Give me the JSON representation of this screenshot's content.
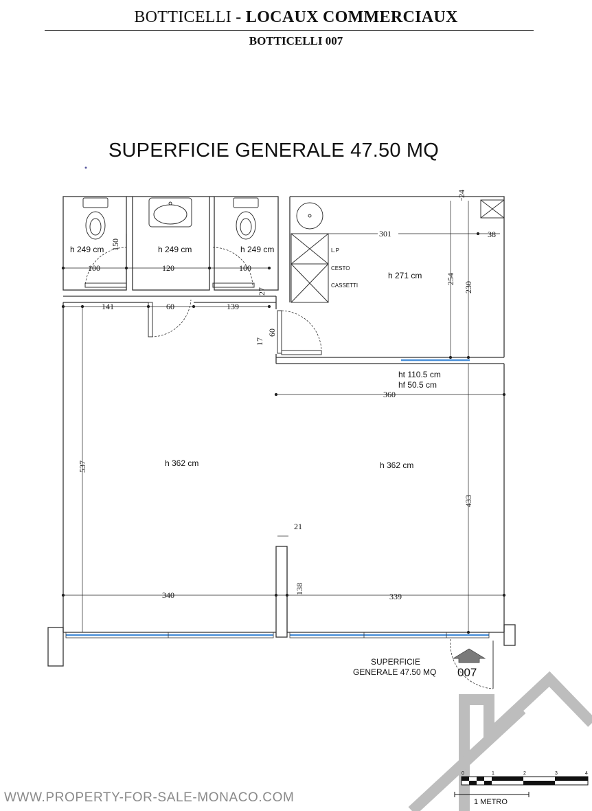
{
  "header": {
    "name": "BOTTICELLI",
    "separator": " - ",
    "subtitle": "LOCAUX COMMERCIAUX",
    "unit_code": "BOTTICELLI 007"
  },
  "plan_title": "SUPERFICIE GENERALE 47.50 MQ",
  "rooms": {
    "wc1_height": "h 249 cm",
    "sink_height": "h 249 cm",
    "wc2_height": "h 249 cm",
    "storage_height": "h 271 cm",
    "main_left_height": "h 362 cm",
    "main_right_height": "h 362 cm"
  },
  "window_info": {
    "ht": "ht 110.5 cm",
    "hf": "hf 50.5 cm"
  },
  "shelf_labels": {
    "lp": "L.P",
    "cesto": "CESTO",
    "cassetti": "CASSETTI"
  },
  "dimensions": {
    "d301": "301",
    "d38": "38",
    "d24": "24",
    "d150": "150",
    "d100a": "100",
    "d120": "120",
    "d100b": "100",
    "d254": "254",
    "d230": "230",
    "d141": "141",
    "d60h": "60",
    "d139": "139",
    "d27": "27",
    "d60v": "60",
    "d17": "17",
    "d360": "360",
    "d537": "537",
    "d433": "433",
    "d21": "21",
    "d138": "138",
    "d340": "340",
    "d339": "339"
  },
  "entrance": {
    "label_line1": "SUPERFICIE",
    "label_line2": "GENERALE 47.50 MQ",
    "unit": "007"
  },
  "scale": {
    "ticks": [
      "0",
      "1",
      "2",
      "3",
      "4"
    ],
    "label": "1 METRO"
  },
  "watermark": "WWW.PROPERTY-FOR-SALE-MONACO.COM"
}
